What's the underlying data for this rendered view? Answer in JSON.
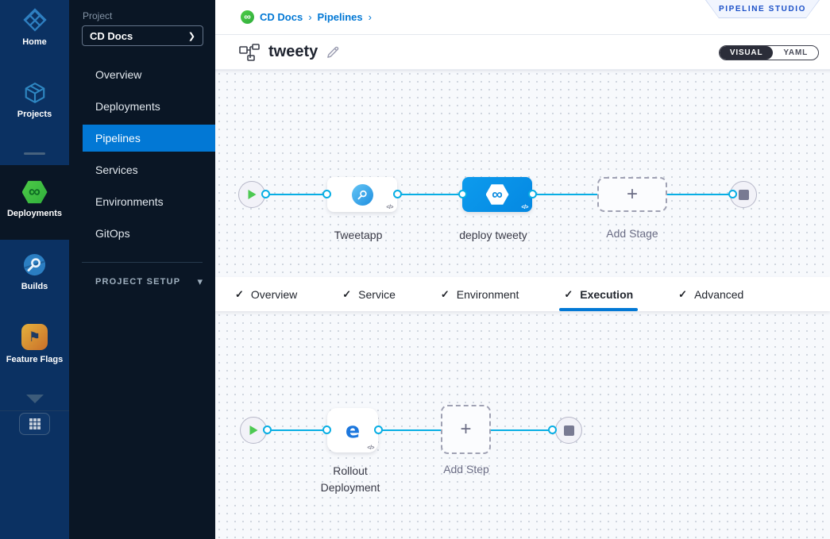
{
  "icons": {
    "chevron_right": "❯",
    "chevron_down": "▾",
    "breadcrumb_sep": "›",
    "plus": "+",
    "code": "</>",
    "infinity": "∞",
    "check": "✓",
    "flag": "⚑"
  },
  "rail": {
    "items": [
      {
        "label": "Home",
        "icon": "home-icon"
      },
      {
        "label": "Projects",
        "icon": "projects-cube-icon"
      },
      {
        "label": "Deployments",
        "icon": "cd-hexagon-icon",
        "active": true
      },
      {
        "label": "Builds",
        "icon": "ci-circle-icon"
      },
      {
        "label": "Feature Flags",
        "icon": "feature-flag-icon"
      }
    ]
  },
  "sidebar": {
    "project_label": "Project",
    "project_name": "CD Docs",
    "items": [
      {
        "label": "Overview"
      },
      {
        "label": "Deployments"
      },
      {
        "label": "Pipelines",
        "active": true
      },
      {
        "label": "Services"
      },
      {
        "label": "Environments"
      },
      {
        "label": "GitOps"
      }
    ],
    "setup_label": "PROJECT SETUP"
  },
  "header": {
    "breadcrumb": [
      {
        "label": "CD Docs"
      },
      {
        "label": "Pipelines"
      }
    ],
    "studio_badge": "PIPELINE STUDIO",
    "pipeline_name": "tweety",
    "toggle": {
      "visual": "VISUAL",
      "yaml": "YAML",
      "selected": "VISUAL"
    }
  },
  "stage_pipeline": {
    "stages": [
      {
        "name": "Tweetapp",
        "type": "deploy-service-stage"
      },
      {
        "name": "deploy tweety",
        "type": "cd-stage",
        "selected": true
      },
      {
        "name": "Add Stage",
        "type": "add-placeholder"
      }
    ]
  },
  "tabs": {
    "items": [
      {
        "label": "Overview",
        "checked": true
      },
      {
        "label": "Service",
        "checked": true
      },
      {
        "label": "Environment",
        "checked": true
      },
      {
        "label": "Execution",
        "checked": true,
        "active": true
      },
      {
        "label": "Advanced",
        "checked": true
      }
    ]
  },
  "execution": {
    "steps": [
      {
        "name": "Rollout Deployment",
        "type": "k8s-rolling-step"
      },
      {
        "name": "Add Step",
        "type": "add-placeholder"
      }
    ]
  }
}
